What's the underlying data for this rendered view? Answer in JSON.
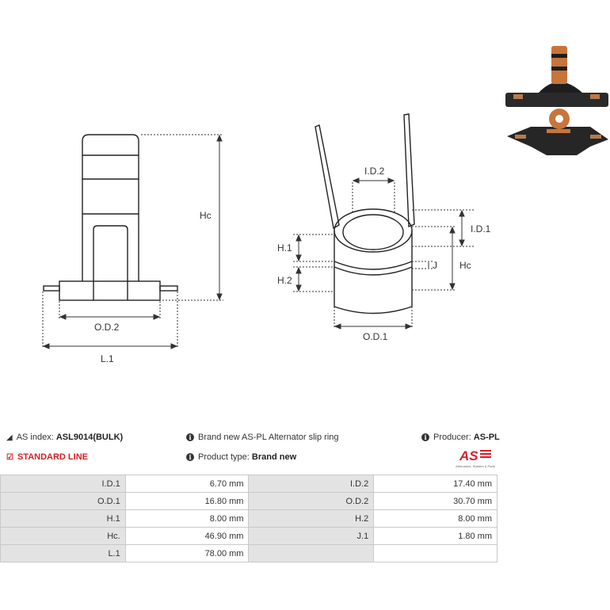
{
  "diagram": {
    "labels": {
      "hc_left": "Hc",
      "od2": "O.D.2",
      "l1": "L.1",
      "id2": "I.D.2",
      "id1": "I.D.1",
      "h1": "H.1",
      "h2": "H.2",
      "j": "J",
      "hc_right": "Hc",
      "od1": "O.D.1"
    }
  },
  "info": {
    "as_index_label": "AS index:",
    "as_index_value": "ASL9014(BULK)",
    "standard_line": "STANDARD LINE",
    "description": "Brand new AS-PL Alternator slip ring",
    "product_type_label": "Product type:",
    "product_type_value": "Brand new",
    "producer_label": "Producer:",
    "producer_value": "AS-PL",
    "logo_text": "AS",
    "logo_tagline": "Alternators, Starters & Parts"
  },
  "colors": {
    "accent": "#d42027",
    "label_bg": "#e3e3e3"
  },
  "specs": [
    {
      "l1": "I.D.1",
      "v1": "6.70 mm",
      "l2": "I.D.2",
      "v2": "17.40 mm"
    },
    {
      "l1": "O.D.1",
      "v1": "16.80 mm",
      "l2": "O.D.2",
      "v2": "30.70 mm"
    },
    {
      "l1": "H.1",
      "v1": "8.00 mm",
      "l2": "H.2",
      "v2": "8.00 mm"
    },
    {
      "l1": "Hc.",
      "v1": "46.90 mm",
      "l2": "J.1",
      "v2": "1.80 mm"
    },
    {
      "l1": "L.1",
      "v1": "78.00 mm",
      "l2": "",
      "v2": ""
    }
  ]
}
